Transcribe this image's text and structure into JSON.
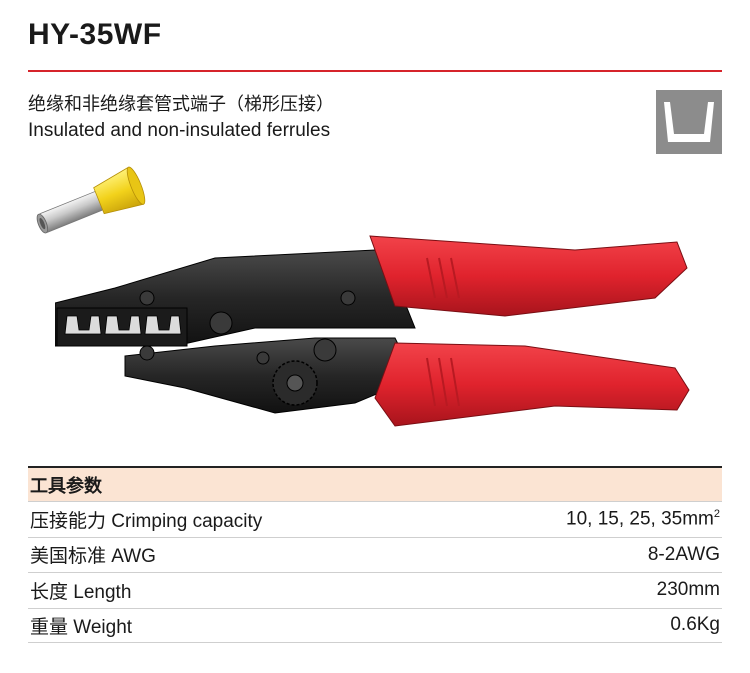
{
  "product": {
    "model": "HY-35WF",
    "name_cn": "绝缘和非绝缘套管式端子（梯形压接）",
    "name_en": "Insulated and non-insulated ferrules"
  },
  "icons": {
    "profile": "trapezoid-crimp-profile-icon",
    "ferrule": "ferrule-icon",
    "tool": "crimping-plier-illustration"
  },
  "colors": {
    "accent_rule": "#d6242b",
    "header_bg": "#fbe4d3",
    "handle_red": "#e0232d",
    "ferrule_yellow": "#f2d21b",
    "icon_gray": "#8c8c8c"
  },
  "specs": {
    "header": "工具参数",
    "rows": [
      {
        "label": "压接能力 Crimping capacity",
        "value": "10, 15, 25, 35mm",
        "sup": "2"
      },
      {
        "label": "美国标准 AWG",
        "value": "8-2AWG",
        "sup": ""
      },
      {
        "label": "长度 Length",
        "value": "230mm",
        "sup": ""
      },
      {
        "label": "重量 Weight",
        "value": "0.6Kg",
        "sup": ""
      }
    ]
  }
}
